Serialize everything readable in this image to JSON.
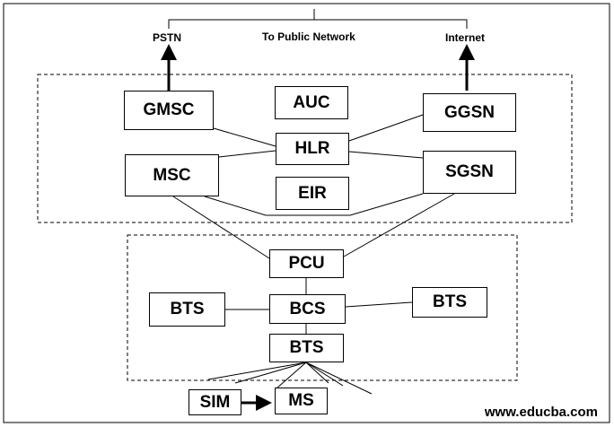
{
  "header": {
    "public_network": "To Public Network",
    "pstn": "PSTN",
    "internet": "Internet"
  },
  "core": {
    "gmsc": "GMSC",
    "auc": "AUC",
    "ggsn": "GGSN",
    "hlr": "HLR",
    "msc": "MSC",
    "sgsn": "SGSN",
    "eir": "EIR"
  },
  "radio": {
    "pcu": "PCU",
    "bcs": "BCS",
    "bts_left": "BTS",
    "bts_right": "BTS",
    "bts_bottom": "BTS"
  },
  "terminal": {
    "sim": "SIM",
    "ms": "MS"
  },
  "watermark": "www.educba.com"
}
